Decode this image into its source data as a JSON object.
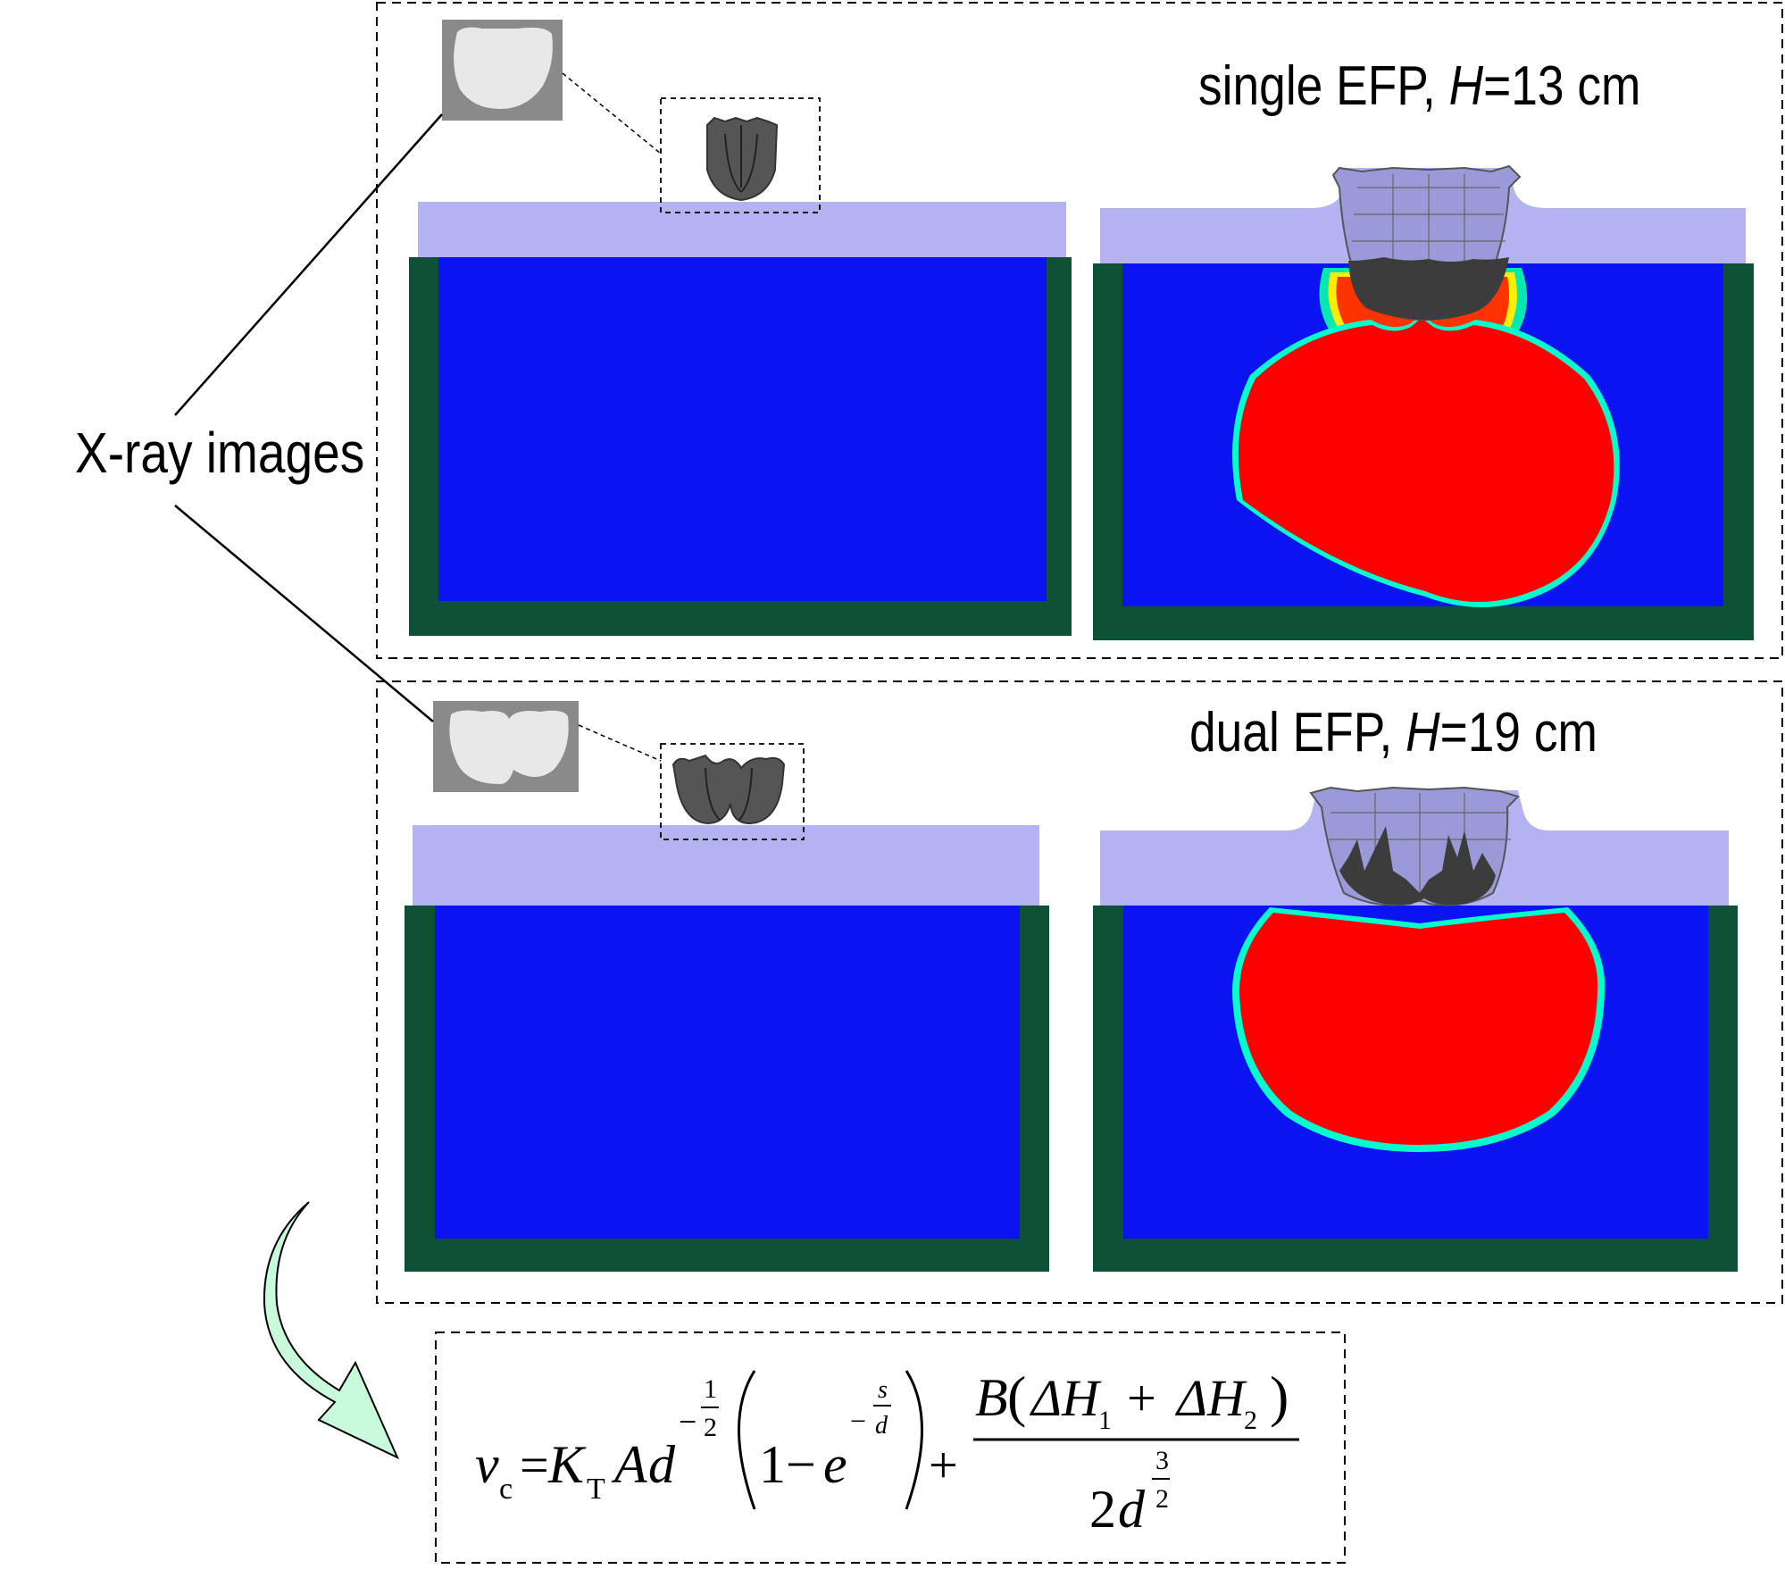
{
  "labels": {
    "xray": "X-ray images",
    "single_prefix": "single EFP, ",
    "single_var": "H",
    "single_suffix": "=13 cm",
    "dual_prefix": "dual EFP, ",
    "dual_var": "H",
    "dual_suffix": "=19 cm"
  },
  "formula": {
    "v": "v",
    "v_sub": "c",
    "eq": "=",
    "K": "K",
    "K_sub": "T",
    "A": "A",
    "d": "d",
    "exp_minus": "−",
    "exp_num": "1",
    "exp_den": "2",
    "one": "1",
    "minus": "−",
    "e": "e",
    "s": "s",
    "plus": "+",
    "B": "B",
    "delta1": "ΔH",
    "sub1": "1",
    "delta2": "ΔH",
    "sub2": "2",
    "den_two": "2",
    "den_d": "d",
    "den_exp_num": "3",
    "den_exp_den": "2"
  },
  "colors": {
    "target_blue": "#0a14f0",
    "steel_frame": "#0d5236",
    "cover_plate": "#b3b3f2",
    "crater_red": "#ff0000",
    "arrow_fill": "#c8fadc",
    "xray_bg": "#8a8a8a",
    "xray_fg": "#e8e8e8",
    "projectile": "#555555"
  }
}
